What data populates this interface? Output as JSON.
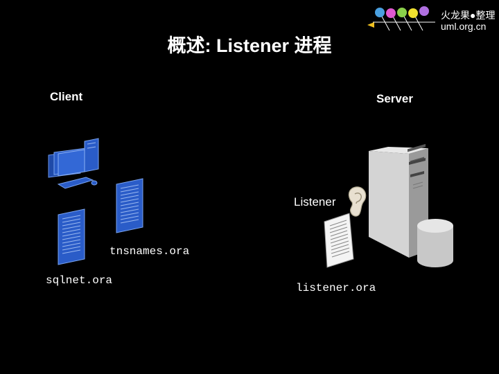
{
  "title": "概述: Listener 进程",
  "labels": {
    "client": "Client",
    "server": "Server",
    "listener": "Listener"
  },
  "files": {
    "tnsnames": "tnsnames.ora",
    "sqlnet": "sqlnet.ora",
    "listener": "listener.ora"
  },
  "logo": {
    "line1": "火龙果●整理",
    "line2": "uml.org.cn",
    "dot_colors": [
      "#4aa0e0",
      "#e05ad0",
      "#8ad04a",
      "#f0e030",
      "#b070e0"
    ]
  },
  "colors": {
    "document_blue": "#2a5cc8",
    "background": "#000000"
  }
}
